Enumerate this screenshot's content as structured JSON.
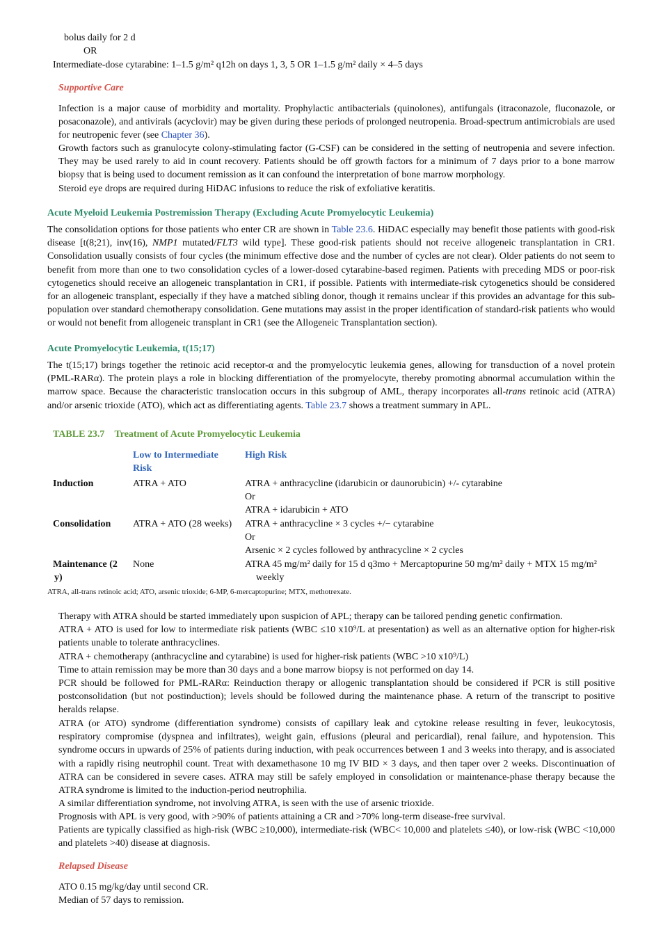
{
  "top": {
    "line1": "bolus daily for 2 d",
    "line2": "OR",
    "line3": "Intermediate-dose cytarabine: 1–1.5 g/m² q12h on days 1, 3, 5 OR 1–1.5 g/m² daily × 4–5 days"
  },
  "supportive": {
    "heading": "Supportive Care",
    "p1a": "Infection is a major cause of morbidity and mortality. Prophylactic antibacterials (quinolones), antifungals (itraconazole, fluconazole, or posaconazole), and antivirals (acyclovir) may be given during these periods of prolonged neutropenia. Broad-spectrum antimicrobials are used for neutropenic fever (see ",
    "p1link": "Chapter 36",
    "p1b": ").",
    "p2": "Growth factors such as granulocyte colony-stimulating factor (G-CSF) can be considered in the setting of neutropenia and severe infection. They may be used rarely to aid in count recovery. Patients should be off growth factors for a minimum of 7 days prior to a bone marrow biopsy that is being used to document remission as it can confound the interpretation of bone marrow morphology.",
    "p3": "Steroid eye drops are required during HiDAC infusions to reduce the risk of exfoliative keratitis."
  },
  "aml": {
    "heading": "Acute Myeloid Leukemia Postremission Therapy (Excluding Acute Promyelocytic Leukemia)",
    "a": "The consolidation options for those patients who enter CR are shown in ",
    "link": "Table 23.6",
    "b": ". HiDAC especially may benefit those patients with good-risk disease [t(8;21), inv(16), ",
    "gene1": "NMP1",
    "c": " mutated/",
    "gene2": "FLT3",
    "d": " wild type]. These good-risk patients should not receive allogeneic transplantation in CR1. Consolidation usually consists of four cycles (the minimum effective dose and the number of cycles are not clear). Older patients do not seem to benefit from more than one to two consolidation cycles of a lower-dosed cytarabine-based regimen. Patients with preceding MDS or poor-risk cytogenetics should receive an allogeneic transplantation in CR1, if possible. Patients with intermediate-risk cytogenetics should be considered for an allogeneic transplant, especially if they have a matched sibling donor, though it remains unclear if this provides an advantage for this sub-population over standard chemotherapy consolidation. Gene mutations may assist in the proper identification of standard-risk patients who would or would not benefit from allogeneic transplant in CR1 (see the Allogeneic Transplantation section)."
  },
  "apl": {
    "heading": "Acute Promyelocytic Leukemia, t(15;17)",
    "a": "The t(15;17) brings together the retinoic acid receptor-α and the promyelocytic leukemia genes, allowing for transduction of a novel protein (PML-RARα). The protein plays a role in blocking differentiation of the promyelocyte, thereby promoting abnormal accumulation within the marrow space. Because the characteristic translocation occurs in this subgroup of AML, therapy incorporates all-",
    "trans": "trans",
    "b": " retinoic acid (ATRA) and/or arsenic trioxide (ATO), which act as differentiating agents. ",
    "link": "Table 23.7",
    "c": " shows a treatment summary in APL."
  },
  "table": {
    "number": "TABLE 23.7",
    "title": "Treatment of Acute Promyelocytic Leukemia",
    "col1a": "Low to Intermediate",
    "col1b": "Risk",
    "col2": "High Risk",
    "induction": {
      "label": "Induction",
      "low": "ATRA + ATO",
      "high1": "ATRA + anthracycline (idarubicin or daunorubicin) +/- cytarabine",
      "high2": "Or",
      "high3": "ATRA + idarubicin + ATO"
    },
    "consolidation": {
      "label": "Consolidation",
      "low": "ATRA + ATO (28 weeks)",
      "high1": "ATRA + anthracycline × 3 cycles +/− cytarabine",
      "high2": "Or",
      "high3": "Arsenic × 2 cycles followed by anthracycline × 2 cycles"
    },
    "maintenance": {
      "label1": "Maintenance (2",
      "label2": "y)",
      "low": "None",
      "high1": "ATRA 45 mg/m² daily for 15 d q3mo + Mercaptopurine 50 mg/m² daily + MTX 15 mg/m²",
      "high2": "weekly"
    },
    "footnote": "ATRA, all-trans retinoic acid; ATO, arsenic trioxide; 6-MP, 6-mercaptopurine; MTX, methotrexate."
  },
  "therapy": {
    "p1": "Therapy with ATRA should be started immediately upon suspicion of APL; therapy can be tailored pending genetic confirmation.",
    "p2": "ATRA + ATO is used for low to intermediate risk patients (WBC ≤10 x10⁹/L at presentation) as well as an alternative option for higher-risk patients unable to tolerate anthracyclines.",
    "p3": "ATRA + chemotherapy (anthracycline and cytarabine) is used for higher-risk patients (WBC >10 x10⁹/L)",
    "p4": "Time to attain remission may be more than 30 days and a bone marrow biopsy is not performed on day 14.",
    "p5": "PCR should be followed for PML-RARα: Reinduction therapy or allogenic transplantation should be considered if PCR is still positive postconsolidation (but not postinduction); levels should be followed during the maintenance phase. A return of the transcript to positive heralds relapse.",
    "p6": "ATRA (or ATO) syndrome (differentiation syndrome) consists of capillary leak and cytokine release resulting in fever, leukocytosis, respiratory compromise (dyspnea and infiltrates), weight gain, effusions (pleural and pericardial), renal failure, and hypotension. This syndrome occurs in upwards of 25% of patients during induction, with peak occurrences between 1 and 3 weeks into therapy, and is associated with a rapidly rising neutrophil count. Treat with dexamethasone 10 mg IV BID × 3 days, and then taper over 2 weeks. Discontinuation of ATRA can be considered in severe cases. ATRA may still be safely employed in consolidation or maintenance-phase therapy because the ATRA syndrome is limited to the induction-period neutrophilia.",
    "p7": "A similar differentiation syndrome, not involving ATRA, is seen with the use of arsenic trioxide.",
    "p8": "Prognosis with APL is very good, with >90% of patients attaining a CR and >70% long-term disease-free survival.",
    "p9": "Patients are typically classified as high-risk (WBC ≥10,000), intermediate-risk (WBC< 10,000 and platelets ≤40), or low-risk (WBC <10,000 and platelets >40) disease at diagnosis."
  },
  "relapsed": {
    "heading": "Relapsed Disease",
    "p1": "ATO 0.15 mg/kg/day until second CR.",
    "p2": "Median of 57 days to remission."
  }
}
